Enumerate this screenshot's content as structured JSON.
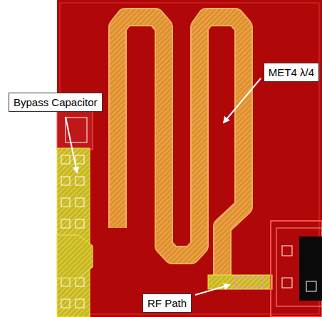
{
  "diagram": {
    "nodes": [
      {
        "text": [
          "Bypass Capacitor"
        ]
      },
      {
        "text": [
          "MET4 λ/4"
        ]
      },
      {
        "text": [
          "RF Path"
        ]
      }
    ]
  }
}
